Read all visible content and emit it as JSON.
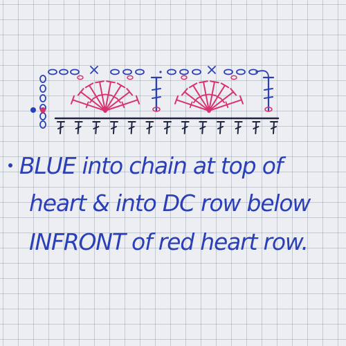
{
  "colors": {
    "ink_blue": "#2a3fb8",
    "ink_dark": "#1f2340",
    "ink_red": "#d8336e",
    "paper": "#eceef1",
    "grid": "#8a93a8"
  },
  "diagram": {
    "foundation_dc_count": 13,
    "heart_count": 2,
    "legend_dots": [
      "blue",
      "red"
    ]
  },
  "note": {
    "line1": "BLUE into chain at top of",
    "line2": "heart & into DC row below",
    "line3": "INFRONT of red heart row."
  }
}
